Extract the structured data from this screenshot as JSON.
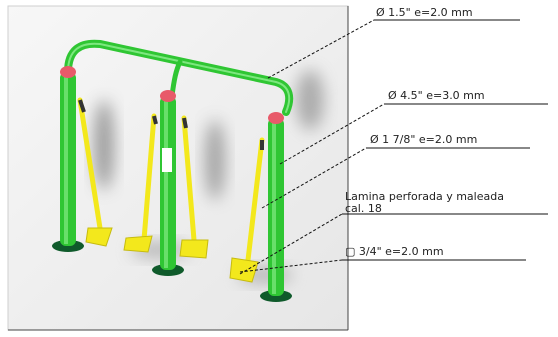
{
  "callouts": [
    {
      "id": "top-bar",
      "text": "Ø 1.5\" e=2.0 mm"
    },
    {
      "id": "main-post",
      "text": "Ø 4.5\" e=3.0 mm"
    },
    {
      "id": "swing-arm",
      "text": "Ø 1 7/8\" e=2.0 mm"
    },
    {
      "id": "footplate-line1",
      "text": "Lamina perforada y maleada"
    },
    {
      "id": "footplate-line2",
      "text": "cal. 18"
    },
    {
      "id": "square-tube",
      "text": "▢ 3/4\" e=2.0 mm"
    }
  ],
  "colors": {
    "post_green": "#2fc633",
    "arm_yellow": "#f3e81c",
    "cap_red": "#e85a6a",
    "base_dark": "#0f5a2b"
  }
}
